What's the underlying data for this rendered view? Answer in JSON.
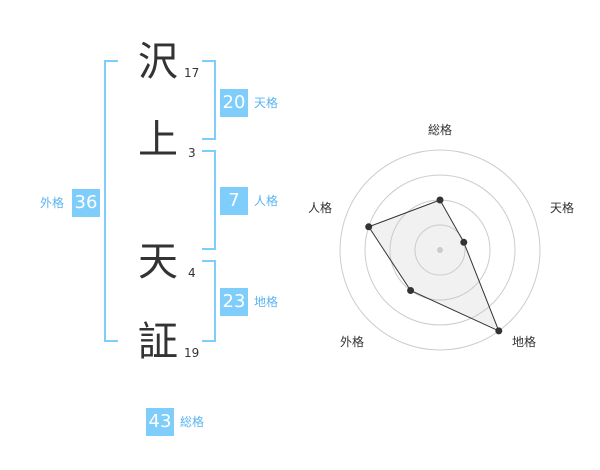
{
  "name": {
    "chars": [
      {
        "char": "沢",
        "strokes": "17"
      },
      {
        "char": "上",
        "strokes": "3"
      },
      {
        "char": "天",
        "strokes": "4"
      },
      {
        "char": "証",
        "strokes": "19"
      }
    ]
  },
  "fortunes": {
    "tenkaku": {
      "value": "20",
      "label": "天格"
    },
    "jinkaku": {
      "value": "7",
      "label": "人格"
    },
    "chikaku": {
      "value": "23",
      "label": "地格"
    },
    "gaikaku": {
      "value": "36",
      "label": "外格"
    },
    "soukaku": {
      "value": "43",
      "label": "総格"
    }
  },
  "colors": {
    "accent": "#7fcdfa",
    "accent_text": "#5ab4f0",
    "text": "#333333",
    "grid": "#cccccc"
  },
  "chart_data": {
    "type": "radar",
    "axes": [
      "総格",
      "天格",
      "地格",
      "外格",
      "人格"
    ],
    "rings": 4,
    "max": 4,
    "values": [
      2,
      1,
      4,
      2,
      3
    ]
  }
}
